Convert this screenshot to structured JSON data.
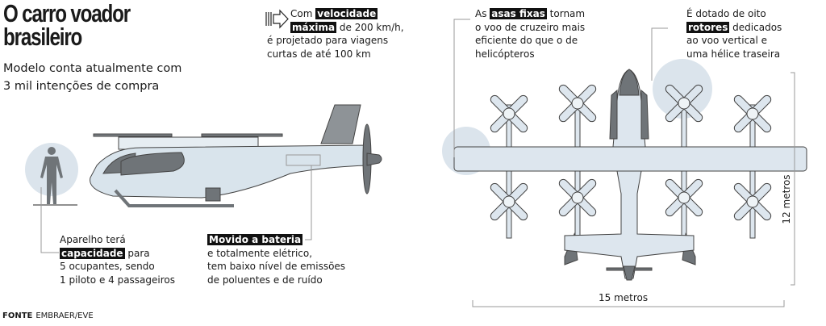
{
  "header": {
    "title_line1": "O carro voador",
    "title_line2": "brasileiro",
    "subtitle_line1": "Modelo conta atualmente com",
    "subtitle_line2": "3 mil intenções de compra"
  },
  "annotations": {
    "speed": {
      "pre": "Com",
      "hl1": "velocidade",
      "hl2": "máxima",
      "post": "de 200 km/h,",
      "line3": "é projetado para viagens",
      "line4": "curtas de até 100 km",
      "icon": "arrow-right-icon"
    },
    "wings": {
      "pre": "As",
      "hl": "asas fixas",
      "post": "tornam",
      "line2": "o voo de cruzeiro mais",
      "line3": "eficiente do que o de",
      "line4": "helicópteros"
    },
    "rotors": {
      "line1": "É dotado de oito",
      "hl": "rotores",
      "post": "dedicados",
      "line3": "ao voo vertical e",
      "line4": "uma hélice traseira"
    },
    "capacity": {
      "line1": "Aparelho terá",
      "hl": "capacidade",
      "post": "para",
      "line3": "5 ocupantes, sendo",
      "line4": "1 piloto e 4 passageiros"
    },
    "battery": {
      "hl": "Movido a bateria",
      "line2": "e totalmente elétrico,",
      "line3": "tem baixo nível de emissões",
      "line4": "de poluentes e de ruído"
    }
  },
  "dimensions": {
    "width_label": "15 metros",
    "length_label": "12 metros"
  },
  "footer": {
    "source_label": "FONTE",
    "source_value": "EMBRAER/EVE"
  },
  "colors": {
    "body": "#dde6ee",
    "dark": "#6f7478",
    "highlight_circle": "#dbe4ec",
    "outline": "#444"
  }
}
